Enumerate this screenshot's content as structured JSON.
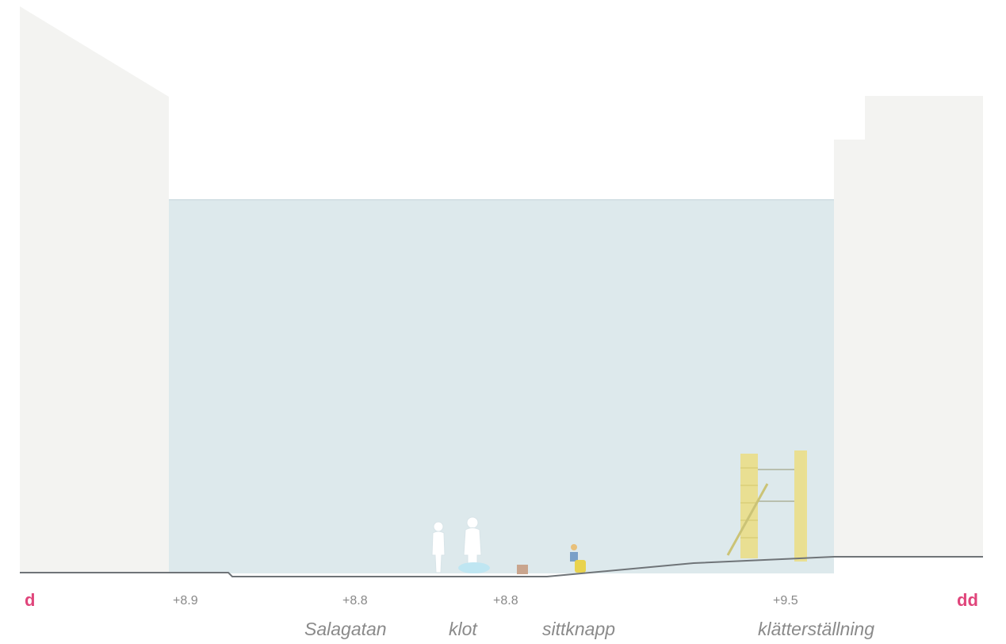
{
  "section_markers": {
    "left": "d",
    "right": "dd"
  },
  "levels": [
    "+8.9",
    "+8.8",
    "+8.8",
    "+9.5"
  ],
  "places": [
    "Salagatan",
    "klot",
    "sittknapp",
    "klätterställning"
  ],
  "colors": {
    "marker": "#e0457b",
    "building": "#f2f2f0",
    "street_space": "#dde9ec",
    "ground_line": "#6f7478",
    "label_text": "#8a8a8a",
    "climbing_frame": "#e6de7e"
  }
}
